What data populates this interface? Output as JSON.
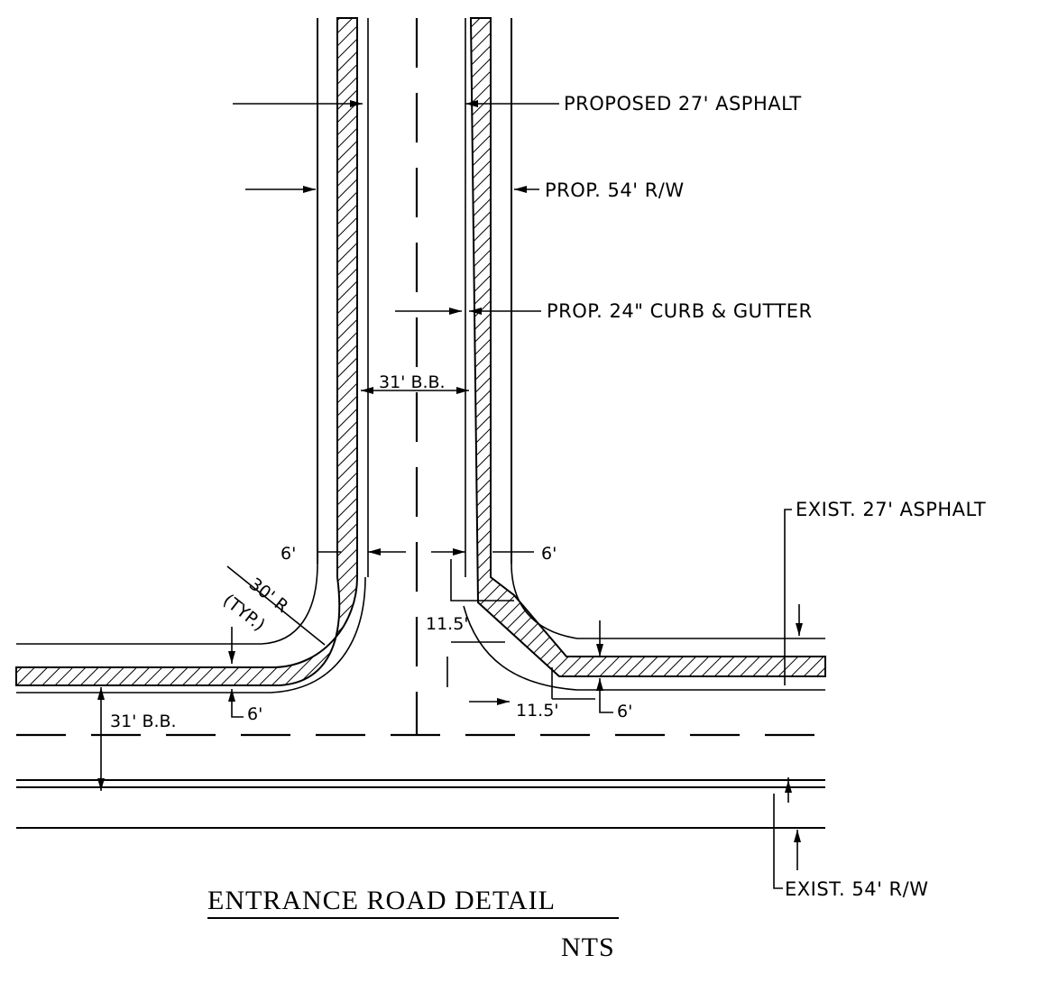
{
  "labels": {
    "proposed_asphalt": "PROPOSED 27' ASPHALT",
    "proposed_rw": "PROP. 54'  R/W",
    "proposed_curb": "PROP. 24\" CURB & GUTTER",
    "exist_asphalt": "EXIST. 27' ASPHALT",
    "exist_rw": "EXIST. 54' R/W"
  },
  "dimensions": {
    "bb_upper": "31'  B.B.",
    "bb_lower": "31'  B.B.",
    "six_left_top": "6'",
    "six_right_top": "6'",
    "six_left_bottom": "6'",
    "six_right_bottom": "6'",
    "radius": "30' R",
    "radius_typ": "(TYP.)",
    "eleven_left": "11.5'",
    "eleven_bottom": "11.5'"
  },
  "title": {
    "main": "ENTRANCE  ROAD  DETAIL",
    "scale": "NTS"
  }
}
